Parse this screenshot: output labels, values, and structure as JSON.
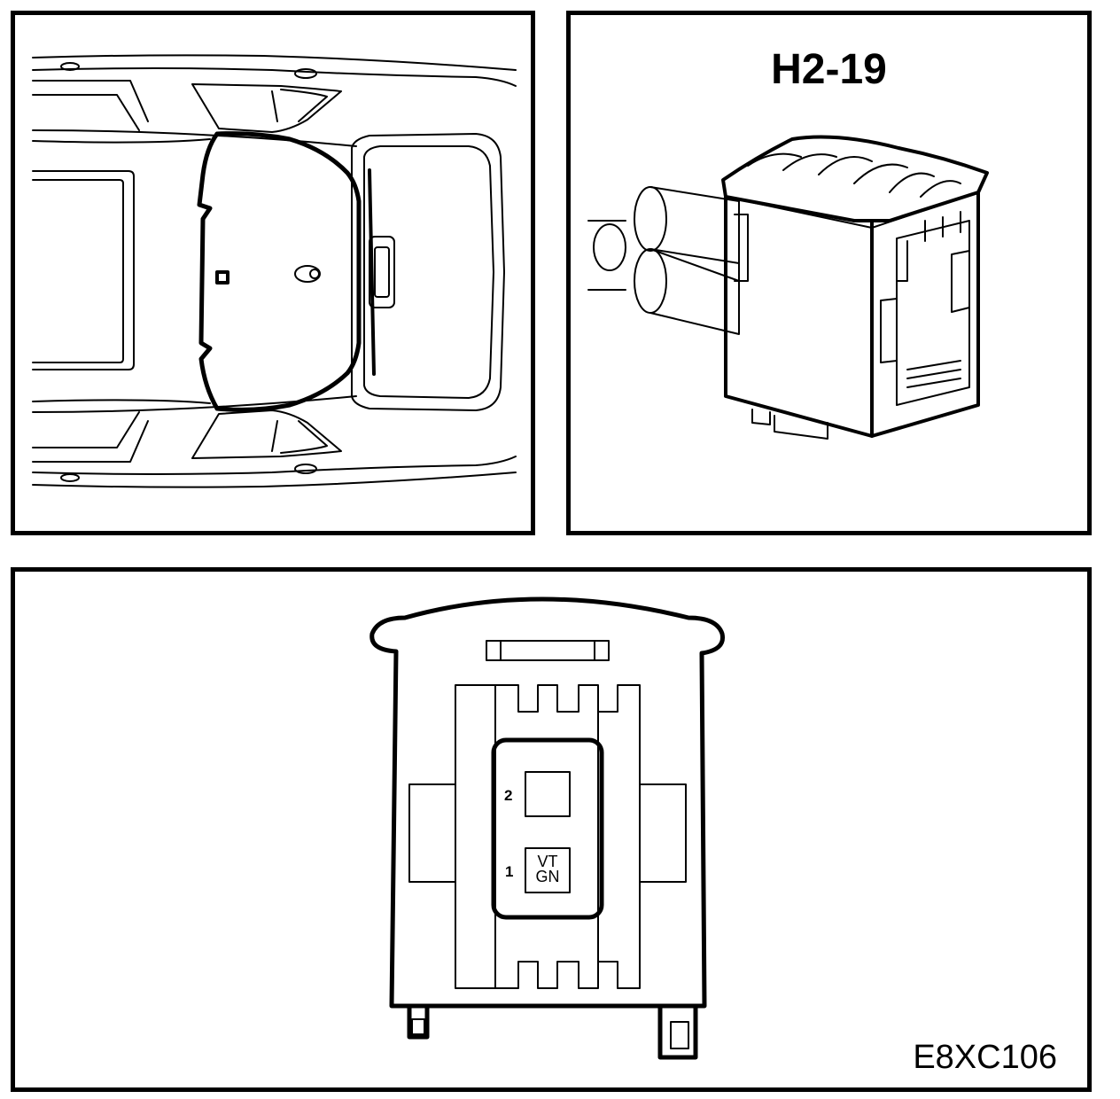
{
  "connector_id": "H2-19",
  "figure_code": "E8XC106",
  "pins": [
    {
      "number": "2",
      "wire": ""
    },
    {
      "number": "1",
      "wire_line1": "VT",
      "wire_line2": "GN"
    }
  ],
  "colors": {
    "line": "#000000",
    "background": "#ffffff"
  }
}
